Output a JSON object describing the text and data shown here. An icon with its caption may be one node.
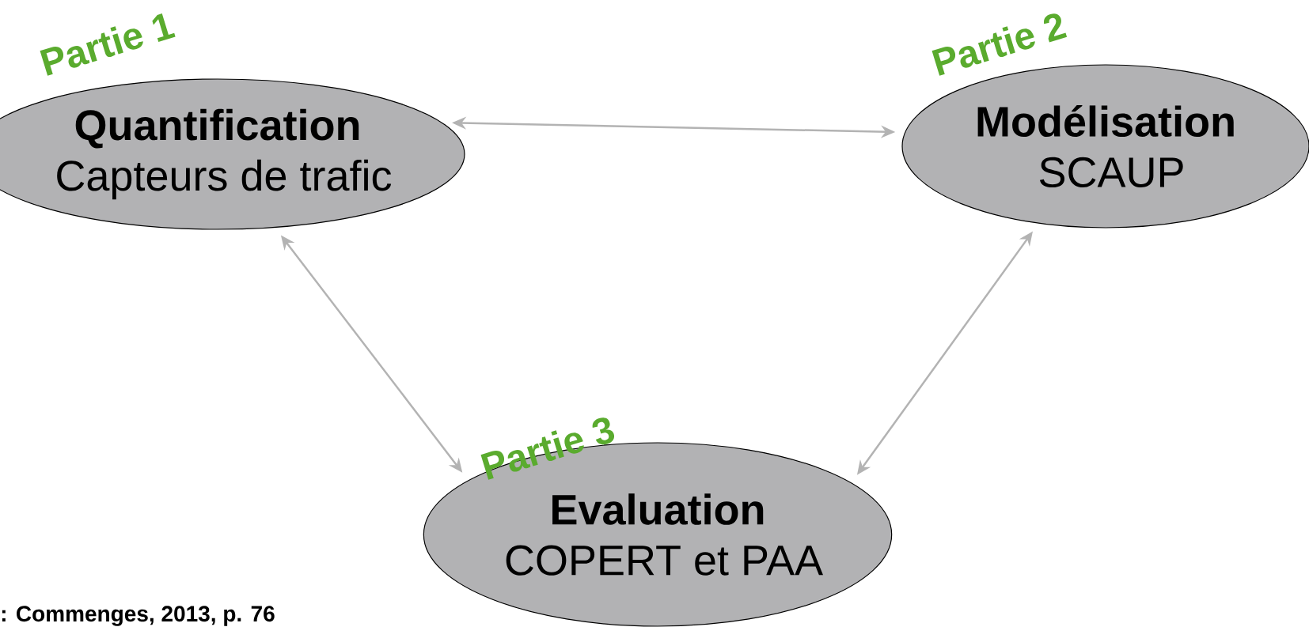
{
  "diagram": {
    "nodes": [
      {
        "text": [
          "Partie 1",
          "Quantification",
          "Capteurs de trafic"
        ]
      },
      {
        "text": [
          "Partie 2",
          "Modélisation",
          "SCAUP"
        ]
      },
      {
        "text": [
          "Partie 3",
          "Evaluation",
          "COPERT et PAA"
        ]
      }
    ],
    "edges": [
      {
        "from": 0,
        "to": 1,
        "arrow": "both"
      },
      {
        "from": 0,
        "to": 2,
        "arrow": "both"
      },
      {
        "from": 1,
        "to": 2,
        "arrow": "both"
      }
    ],
    "labels": [
      ": Commenges, 2013, p. 76"
    ]
  }
}
